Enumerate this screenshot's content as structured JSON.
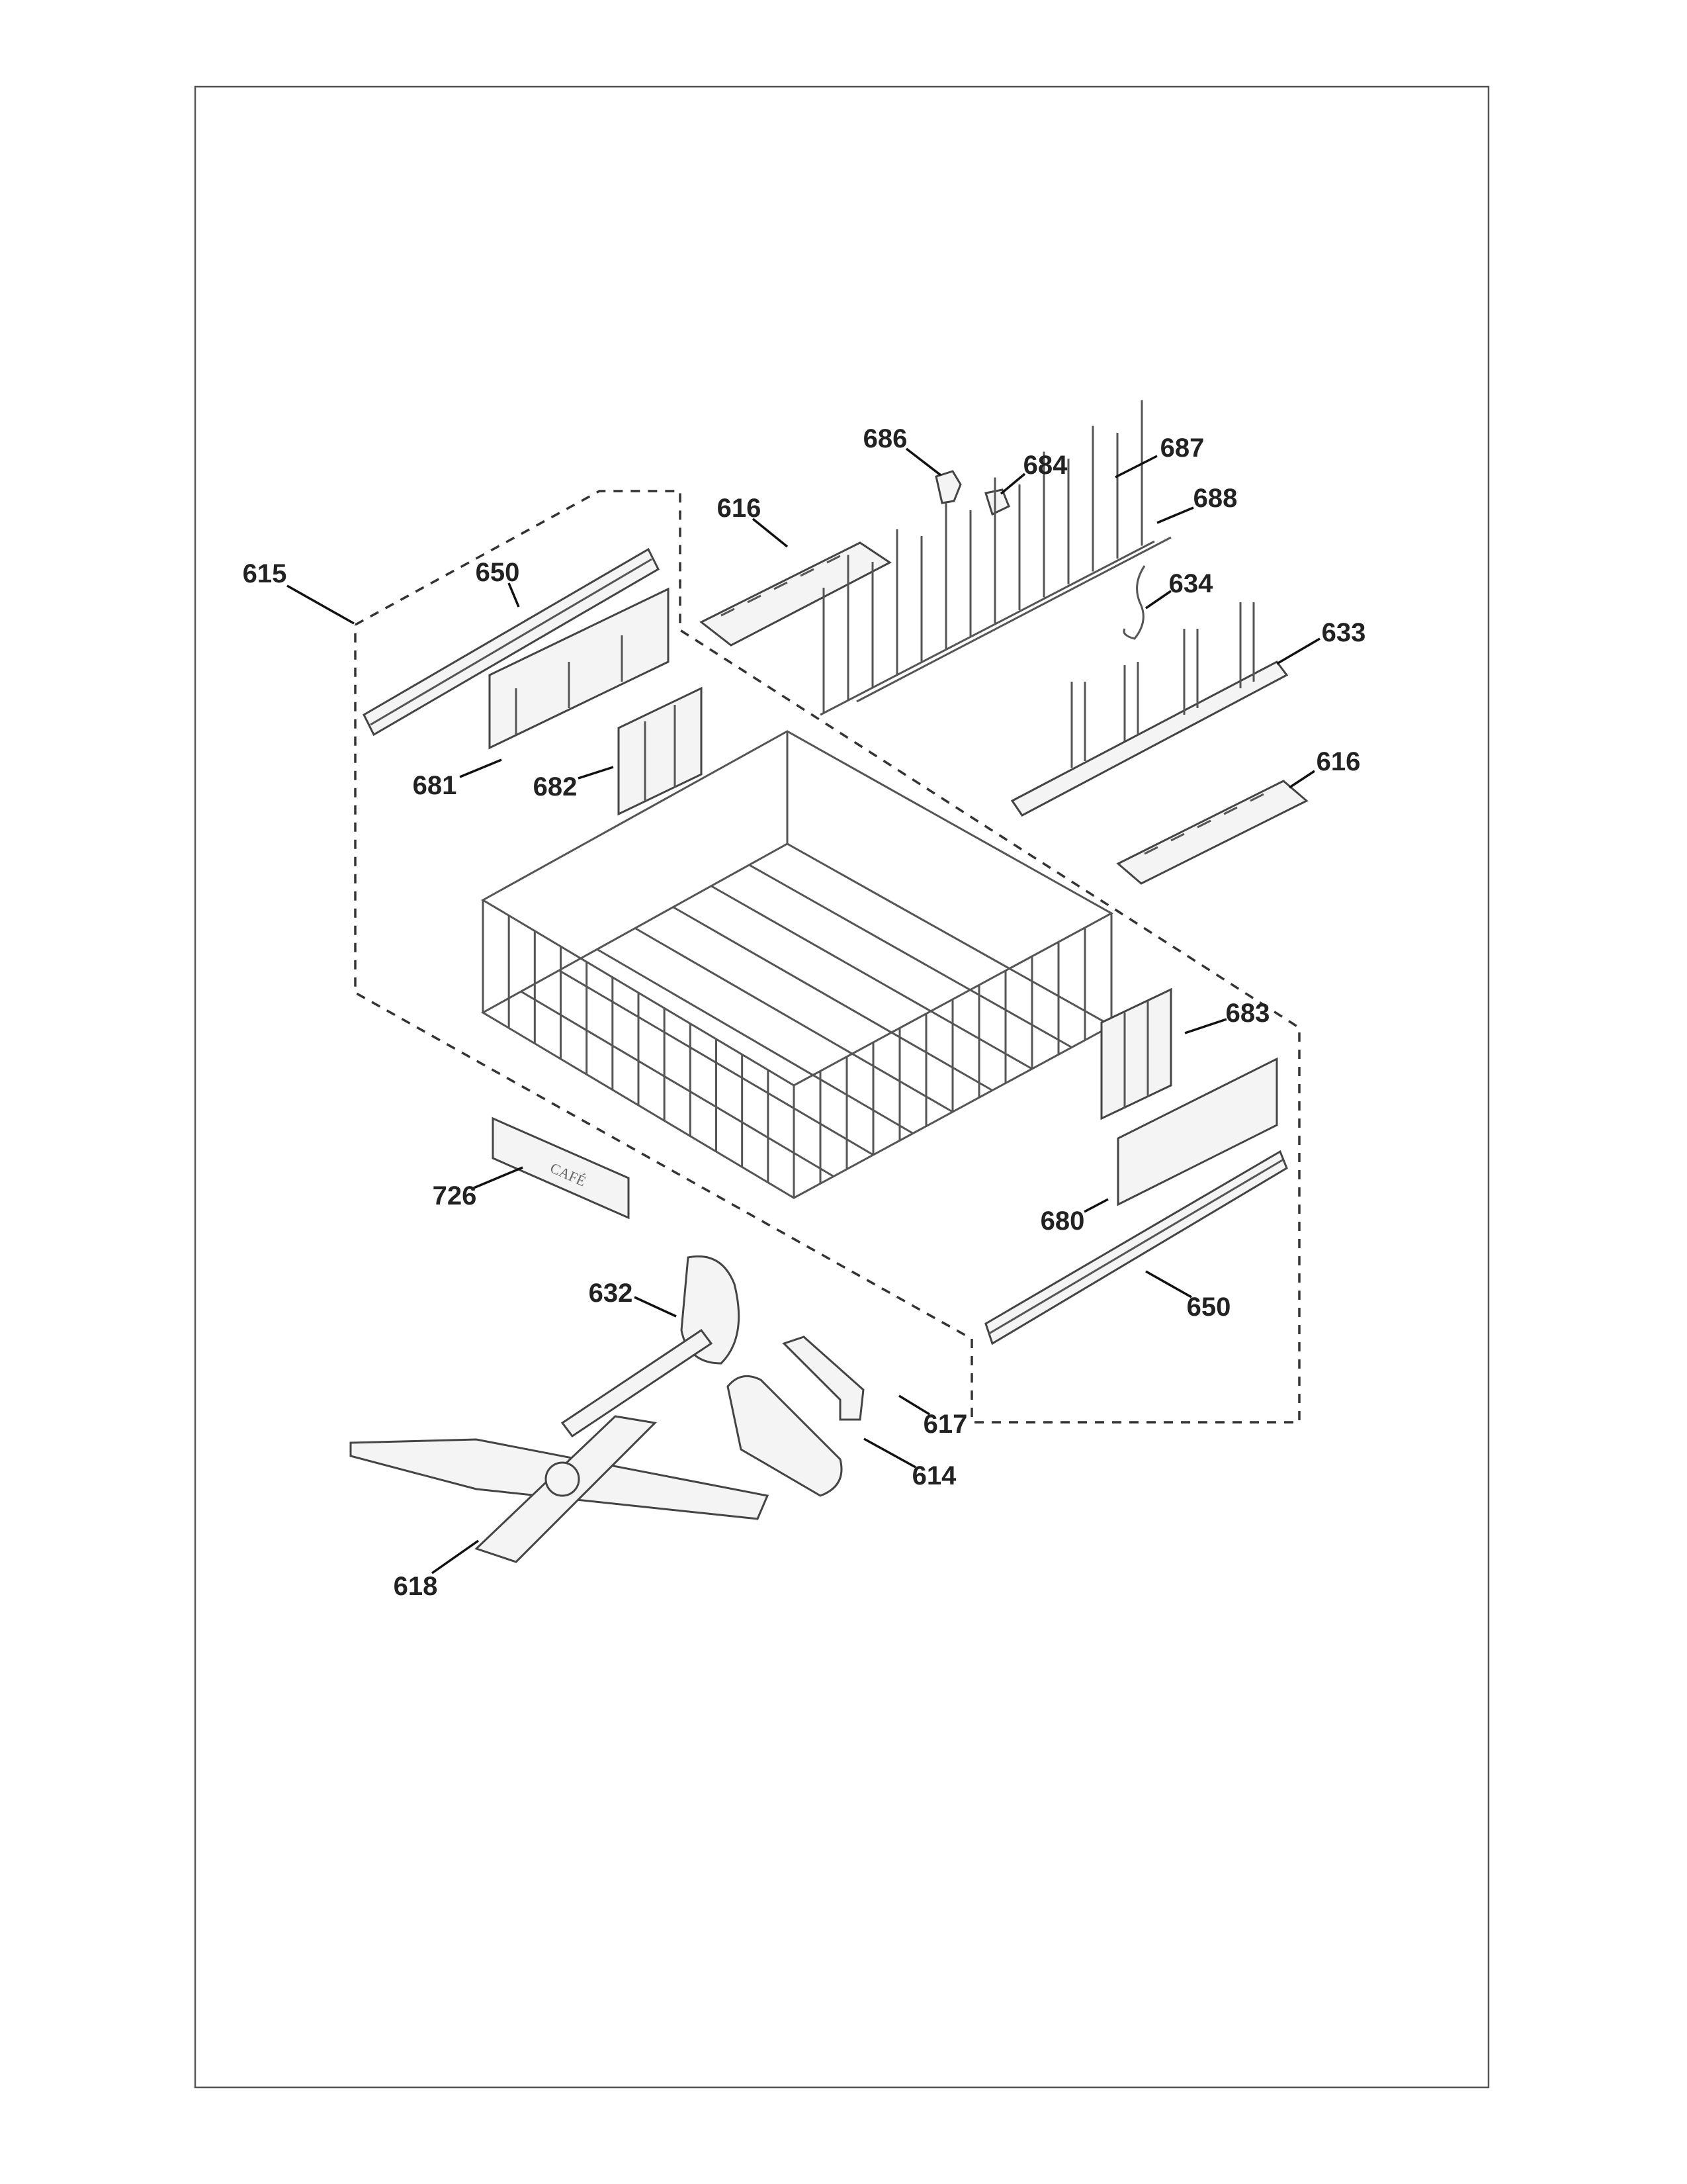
{
  "diagram": {
    "callouts": [
      {
        "id": "686",
        "label": "686"
      },
      {
        "id": "684",
        "label": "684"
      },
      {
        "id": "687",
        "label": "687"
      },
      {
        "id": "688",
        "label": "688"
      },
      {
        "id": "616a",
        "label": "616"
      },
      {
        "id": "615",
        "label": "615"
      },
      {
        "id": "650a",
        "label": "650"
      },
      {
        "id": "634",
        "label": "634"
      },
      {
        "id": "633",
        "label": "633"
      },
      {
        "id": "616b",
        "label": "616"
      },
      {
        "id": "681",
        "label": "681"
      },
      {
        "id": "682",
        "label": "682"
      },
      {
        "id": "683",
        "label": "683"
      },
      {
        "id": "726",
        "label": "726"
      },
      {
        "id": "680",
        "label": "680"
      },
      {
        "id": "632",
        "label": "632"
      },
      {
        "id": "650b",
        "label": "650"
      },
      {
        "id": "617",
        "label": "617"
      },
      {
        "id": "614",
        "label": "614"
      },
      {
        "id": "618",
        "label": "618"
      }
    ],
    "badge_text": "CAFÉ"
  }
}
